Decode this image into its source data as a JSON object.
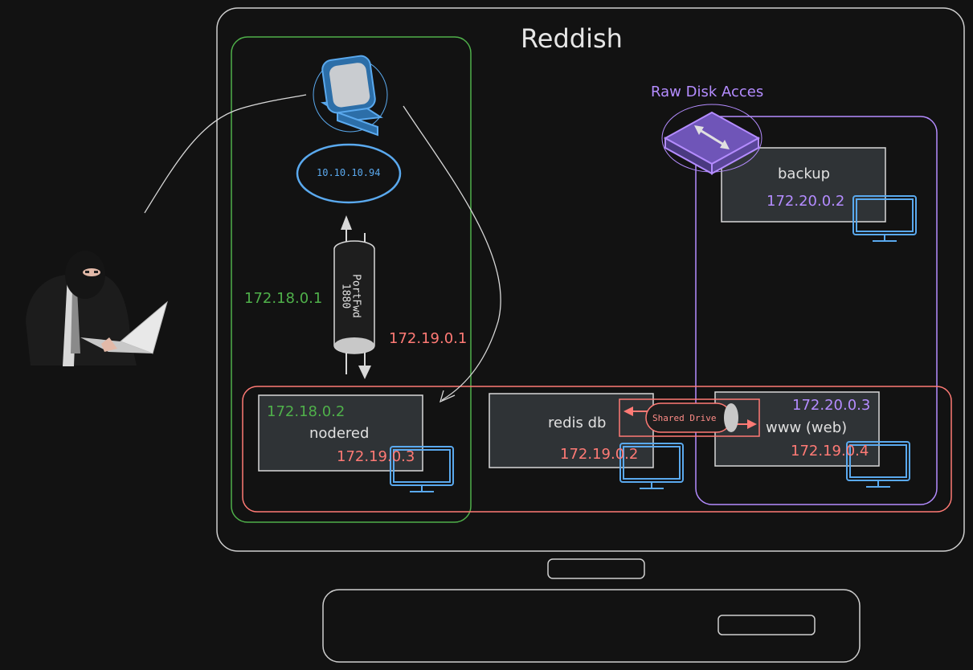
{
  "title": "Reddish",
  "attacker_host": {
    "ip": "10.10.10.94"
  },
  "tunnel": {
    "label": "PortFwd",
    "port": "1880"
  },
  "raw_disk_label": "Raw Disk Acces",
  "nets": {
    "ip_18_gw": "172.18.0.1",
    "ip_19_gw": "172.19.0.1"
  },
  "containers": {
    "nodered": {
      "name": "nodered",
      "ip18": "172.18.0.2",
      "ip19": "172.19.0.3"
    },
    "redis": {
      "name": "redis db",
      "ip19": "172.19.0.2"
    },
    "www": {
      "name": "www (web)",
      "ip20": "172.20.0.3",
      "ip19": "172.19.0.4"
    },
    "backup": {
      "name": "backup",
      "ip20": "172.20.0.2"
    }
  },
  "shared_drive": "Shared Drive",
  "colors": {
    "network_18": "#4fb04a",
    "network_19": "#ff7a75",
    "network_20": "#b48cff",
    "host_blue": "#5aa9ee",
    "outline": "#d0d0d0"
  }
}
